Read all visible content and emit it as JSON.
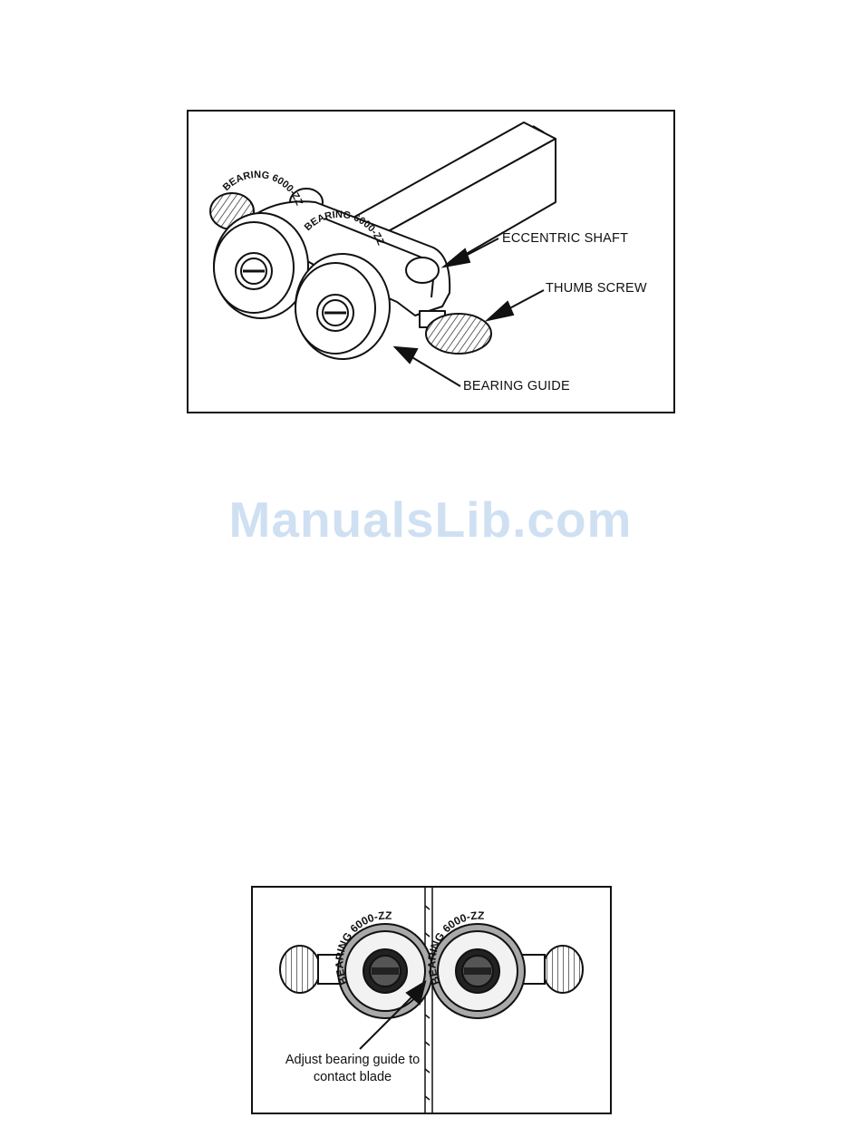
{
  "figure_top": {
    "bearing_label": "BEARING 6000-ZZ",
    "callouts": {
      "eccentric_shaft": "ECCENTRIC SHAFT",
      "thumb_screw": "THUMB SCREW",
      "bearing_guide": "BEARING GUIDE"
    }
  },
  "watermark": "ManualsLib.com",
  "figure_bottom": {
    "bearing_label": "BEARING 6000-ZZ",
    "caption_line1": "Adjust bearing guide to",
    "caption_line2": "contact blade"
  }
}
